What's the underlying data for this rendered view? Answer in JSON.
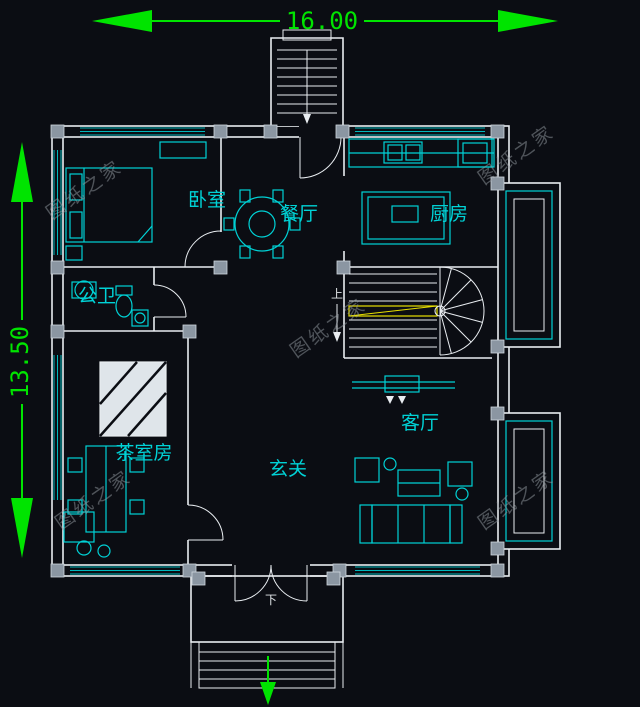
{
  "drawing": {
    "top_dimension": "16.00",
    "left_dimension": "13.50",
    "watermark_text": "图纸之家",
    "rooms": {
      "bedroom": "卧室",
      "dining": "餐厅",
      "kitchen": "厨房",
      "bathroom": "公卫",
      "tearoom": "茶室房",
      "living": "客厅",
      "foyer": "玄关"
    },
    "stair_up_label": "上",
    "stair_down_label": "下",
    "colors": {
      "background": "#0b0d13",
      "wall_line": "#e9edf1",
      "fixture_line": "#00d2d6",
      "dimension_green": "#00e400",
      "column_fill": "#8b96a2",
      "stair_highlight": "#e8e000",
      "watermark_gray": "#939aa1"
    }
  }
}
